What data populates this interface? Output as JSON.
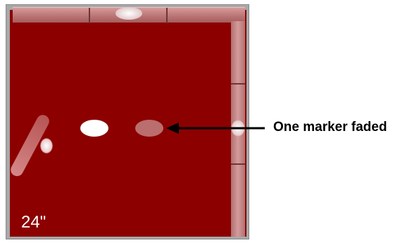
{
  "diagram": {
    "size_label": "24\"",
    "annotation": "One marker faded",
    "colors": {
      "field": "#8c0000",
      "rail": "#c98a8a",
      "marker_solid": "#ffffff",
      "marker_faded": "#bb6e6e"
    },
    "markers": [
      {
        "name": "top-rail-marker",
        "state": "solid"
      },
      {
        "name": "solid-marker",
        "state": "solid"
      },
      {
        "name": "faded-marker",
        "state": "faded"
      },
      {
        "name": "right-rail-marker",
        "state": "solid"
      }
    ]
  }
}
